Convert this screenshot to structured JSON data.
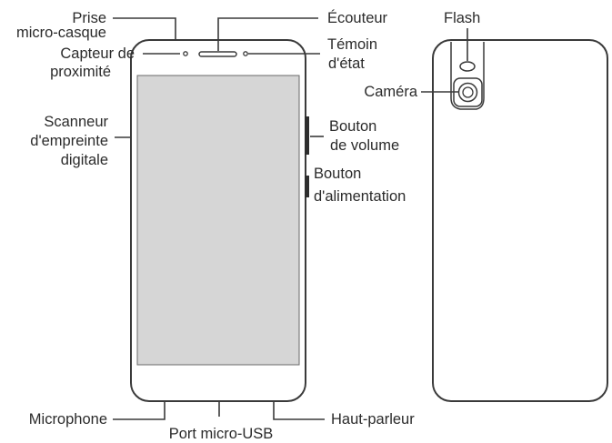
{
  "labels": {
    "prise_line1": "Prise",
    "prise_line2": "micro-casque",
    "capteur_line1": "Capteur de",
    "capteur_line2": "proximité",
    "scanneur_line1": "Scanneur",
    "scanneur_line2": "d'empreinte",
    "scanneur_line3": "digitale",
    "ecouteur": "Écouteur",
    "temoin_line1": "Témoin",
    "temoin_line2": "d'état",
    "volume_line1": "Bouton",
    "volume_line2": "de volume",
    "alim_line1": "Bouton",
    "alim_line2": "d'alimentation",
    "microphone": "Microphone",
    "port_usb": "Port micro-USB",
    "haut_parleur": "Haut-parleur",
    "flash": "Flash",
    "camera": "Caméra"
  },
  "colors": {
    "outline": "#3a3a3a",
    "screen_fill": "#d6d6d6",
    "text": "#2b2b2b"
  }
}
